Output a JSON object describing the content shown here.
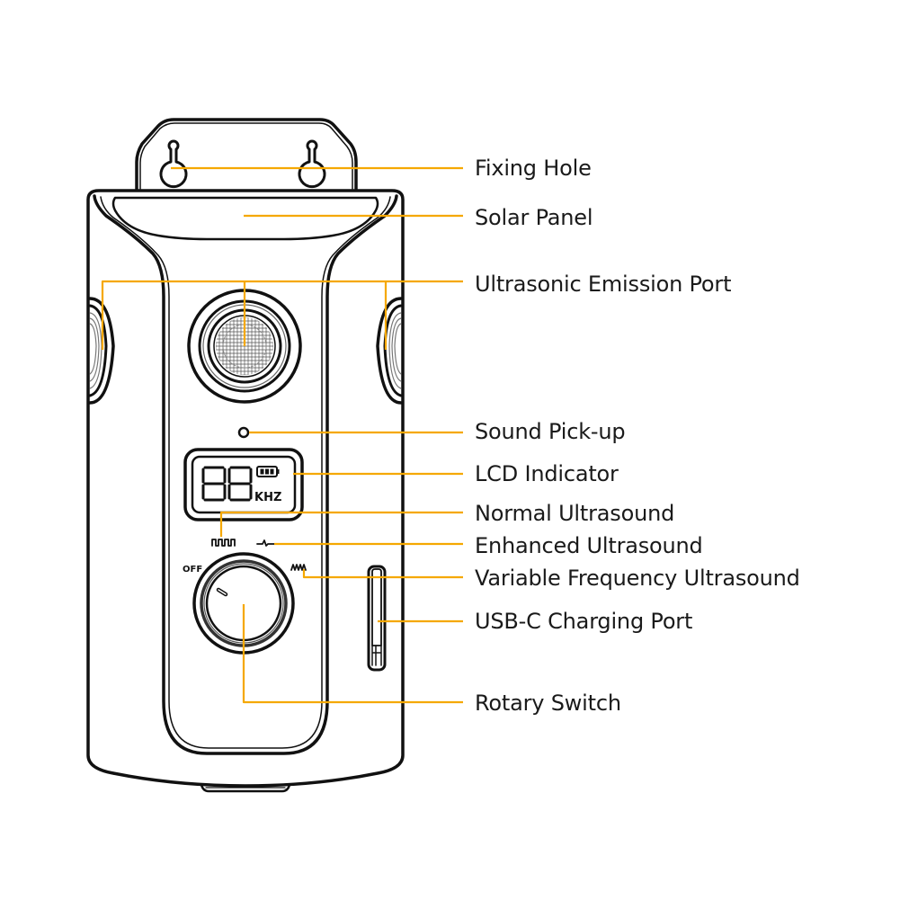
{
  "diagram": {
    "subject": "Solar ultrasonic repeller device",
    "accent_color": "#f5a800",
    "outline_color": "#111111",
    "labels": [
      {
        "id": "fixing-hole",
        "text": "Fixing Hole"
      },
      {
        "id": "solar-panel",
        "text": "Solar Panel"
      },
      {
        "id": "ultrasonic-emission-port",
        "text": "Ultrasonic Emission Port"
      },
      {
        "id": "sound-pick-up",
        "text": "Sound Pick-up"
      },
      {
        "id": "lcd-indicator",
        "text": "LCD Indicator"
      },
      {
        "id": "normal-ultrasound",
        "text": "Normal Ultrasound"
      },
      {
        "id": "enhanced-ultrasound",
        "text": "Enhanced Ultrasound"
      },
      {
        "id": "variable-frequency-ultrasound",
        "text": "Variable Frequency Ultrasound"
      },
      {
        "id": "usb-c-charging-port",
        "text": "USB-C Charging Port"
      },
      {
        "id": "rotary-switch",
        "text": "Rotary Switch"
      }
    ],
    "lcd": {
      "digits": "88",
      "unit": "KHZ",
      "battery_icon": "battery-full-icon"
    },
    "switch": {
      "off_label": "OFF"
    },
    "mode_icons": {
      "normal": "square-wave-icon",
      "enhanced": "pulse-wave-icon",
      "variable": "sawtooth-wave-icon"
    }
  }
}
